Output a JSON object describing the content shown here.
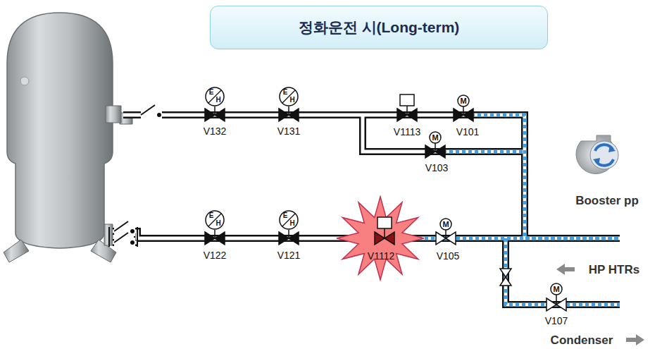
{
  "diagram": {
    "title": "정화운전 시(Long-term)",
    "labels": [
      "E",
      "H",
      "E",
      "H",
      "M",
      "V132",
      "V131",
      "V1113",
      "V101",
      "M",
      "V103",
      "Booster pp",
      "E",
      "H",
      "E",
      "H",
      "M",
      "V122",
      "V121",
      "V1112",
      "V105",
      "HP HTRs",
      "M",
      "V107",
      "Condenser"
    ]
  }
}
